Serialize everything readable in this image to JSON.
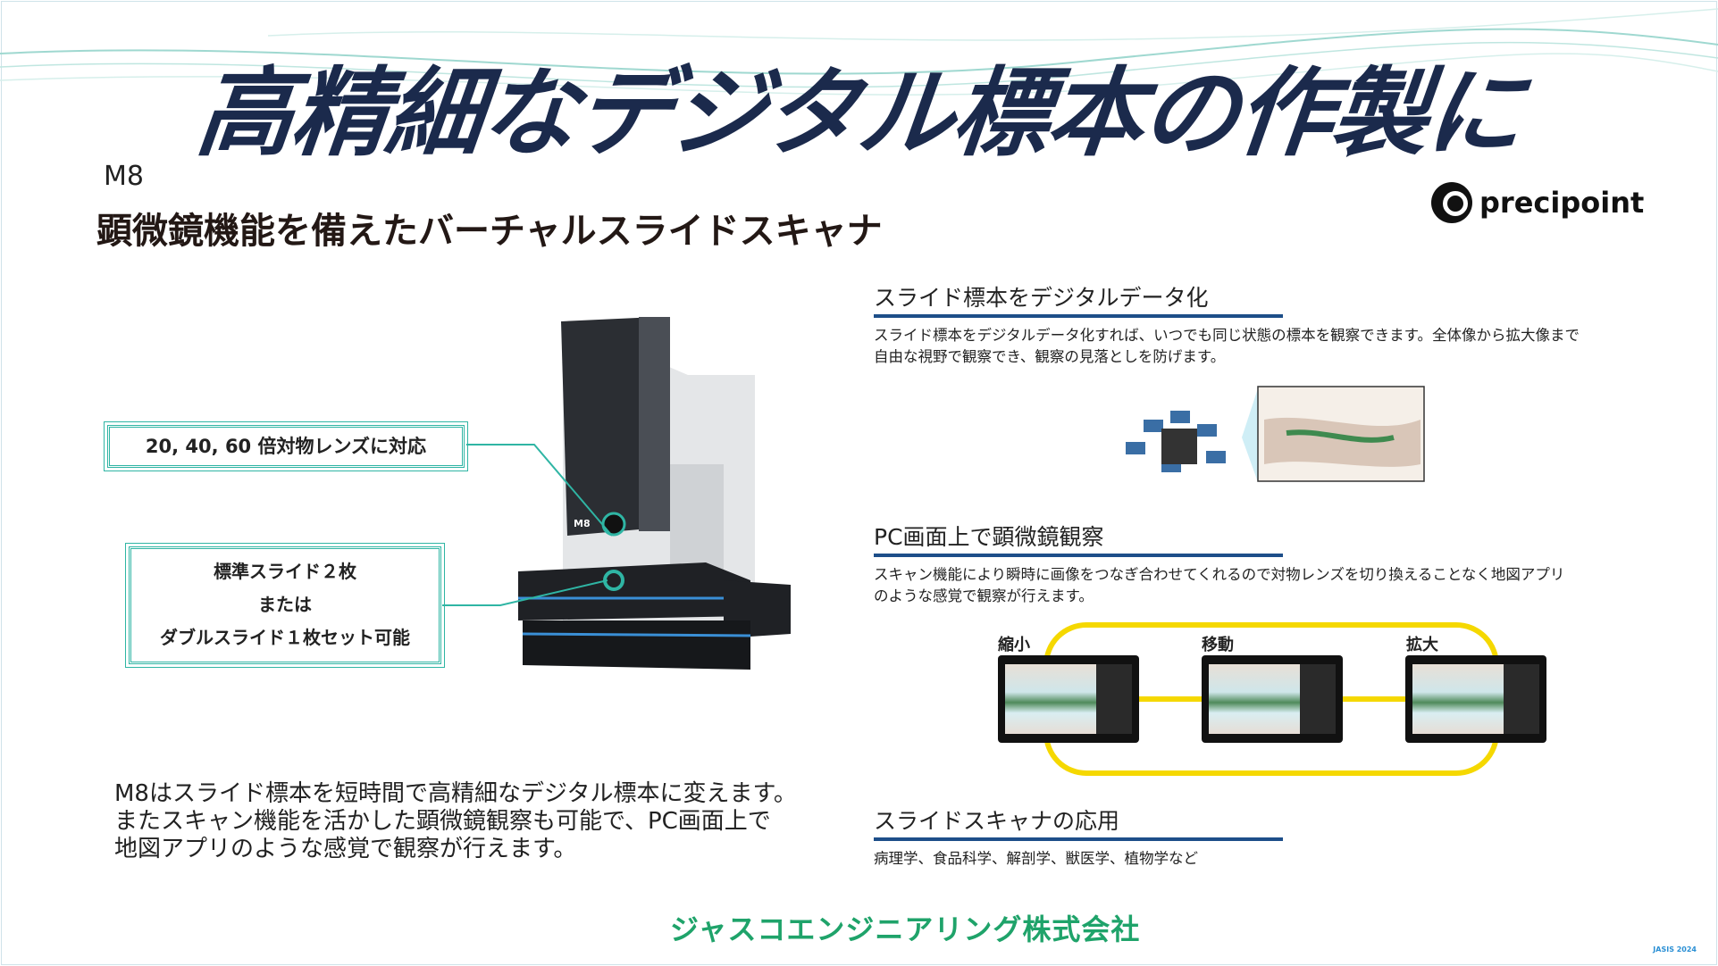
{
  "title": "高精細なデジタル標本の作製に",
  "model": "M8",
  "subtitle": "顕微鏡機能を備えたバーチャルスライドスキャナ",
  "logo": {
    "text": "precipoint"
  },
  "callouts": [
    "20, 40, 60 倍対物レンズに対応",
    [
      "標準スライド２枚",
      "または",
      "ダブルスライド１枚セット可能"
    ]
  ],
  "product_label": "M8",
  "description": [
    "M8はスライド標本を短時間で高精細なデジタル標本に変えます。",
    "またスキャン機能を活かした顕微鏡観察も可能で、PC画面上で",
    "地図アプリのような感覚で観察が行えます。"
  ],
  "sections": [
    {
      "heading": "スライド標本をデジタルデータ化",
      "body": [
        "スライド標本をデジタルデータ化すれば、いつでも同じ状態の標本を観察できます。全体像から拡大像まで",
        "自由な視野で観察でき、観察の見落としを防げます。"
      ]
    },
    {
      "heading": "PC画面上で顕微鏡観察",
      "body": [
        "スキャン機能により瞬時に画像をつなぎ合わせてくれるので対物レンズを切り換えることなく地図アプリ",
        "のような感覚で観察が行えます。"
      ]
    },
    {
      "heading": "スライドスキャナの応用",
      "body": [
        "病理学、食品科学、解剖学、獣医学、植物学など"
      ]
    }
  ],
  "operations": [
    "縮小",
    "移動",
    "拡大"
  ],
  "company": "ジャスコエンジニアリング株式会社",
  "event": "JASIS 2024",
  "colors": {
    "title": "#1b2a4c",
    "accent": "#1d4e89",
    "teal": "#2fb5a4",
    "yellow": "#f5d800",
    "company": "#1fa36a"
  }
}
